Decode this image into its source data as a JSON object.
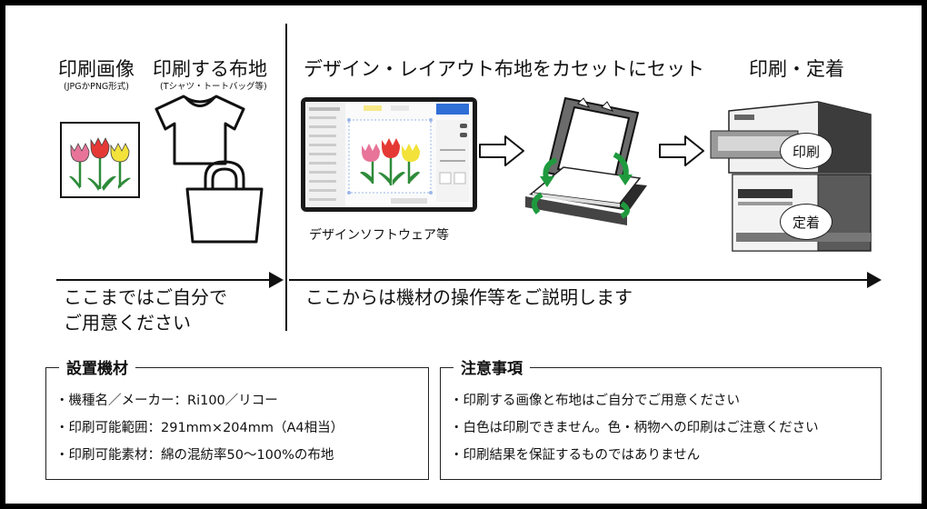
{
  "steps": {
    "image_title": "印刷画像",
    "image_sub": "(JPGかPNG形式)",
    "fabric_title": "印刷する布地",
    "fabric_sub": "(Tシャツ・トートバッグ等)",
    "design_title": "デザイン・レイアウト",
    "design_caption": "デザインソフトウェア等",
    "cassette_title": "布地をカセットにセット",
    "print_title": "印刷・定着",
    "print_label": "印刷",
    "fix_label": "定着"
  },
  "flow": {
    "left_note_1": "ここまではご自分で",
    "left_note_2": "ご用意ください",
    "right_note": "ここからは機材の操作等をご説明します"
  },
  "equipment": {
    "title": "設置機材",
    "items": [
      "・機種名／メーカー：Ri100／リコー",
      "・印刷可能範囲：291mm×204mm（A4相当）",
      "・印刷可能素材：綿の混紡率50～100%の布地"
    ]
  },
  "notes": {
    "title": "注意事項",
    "items": [
      "・印刷する画像と布地はご自分でご用意ください",
      "・白色は印刷できません。色・柄物への印刷はご注意ください",
      "・印刷結果を保証するものではありません"
    ]
  },
  "colors": {
    "tulip_pink": "#e8749a",
    "tulip_red": "#e53935",
    "tulip_yellow": "#f2e23a",
    "leaf_green": "#2e8b3a",
    "arrow_green": "#1f9a3e",
    "ui_blue": "#2f6fd6"
  }
}
